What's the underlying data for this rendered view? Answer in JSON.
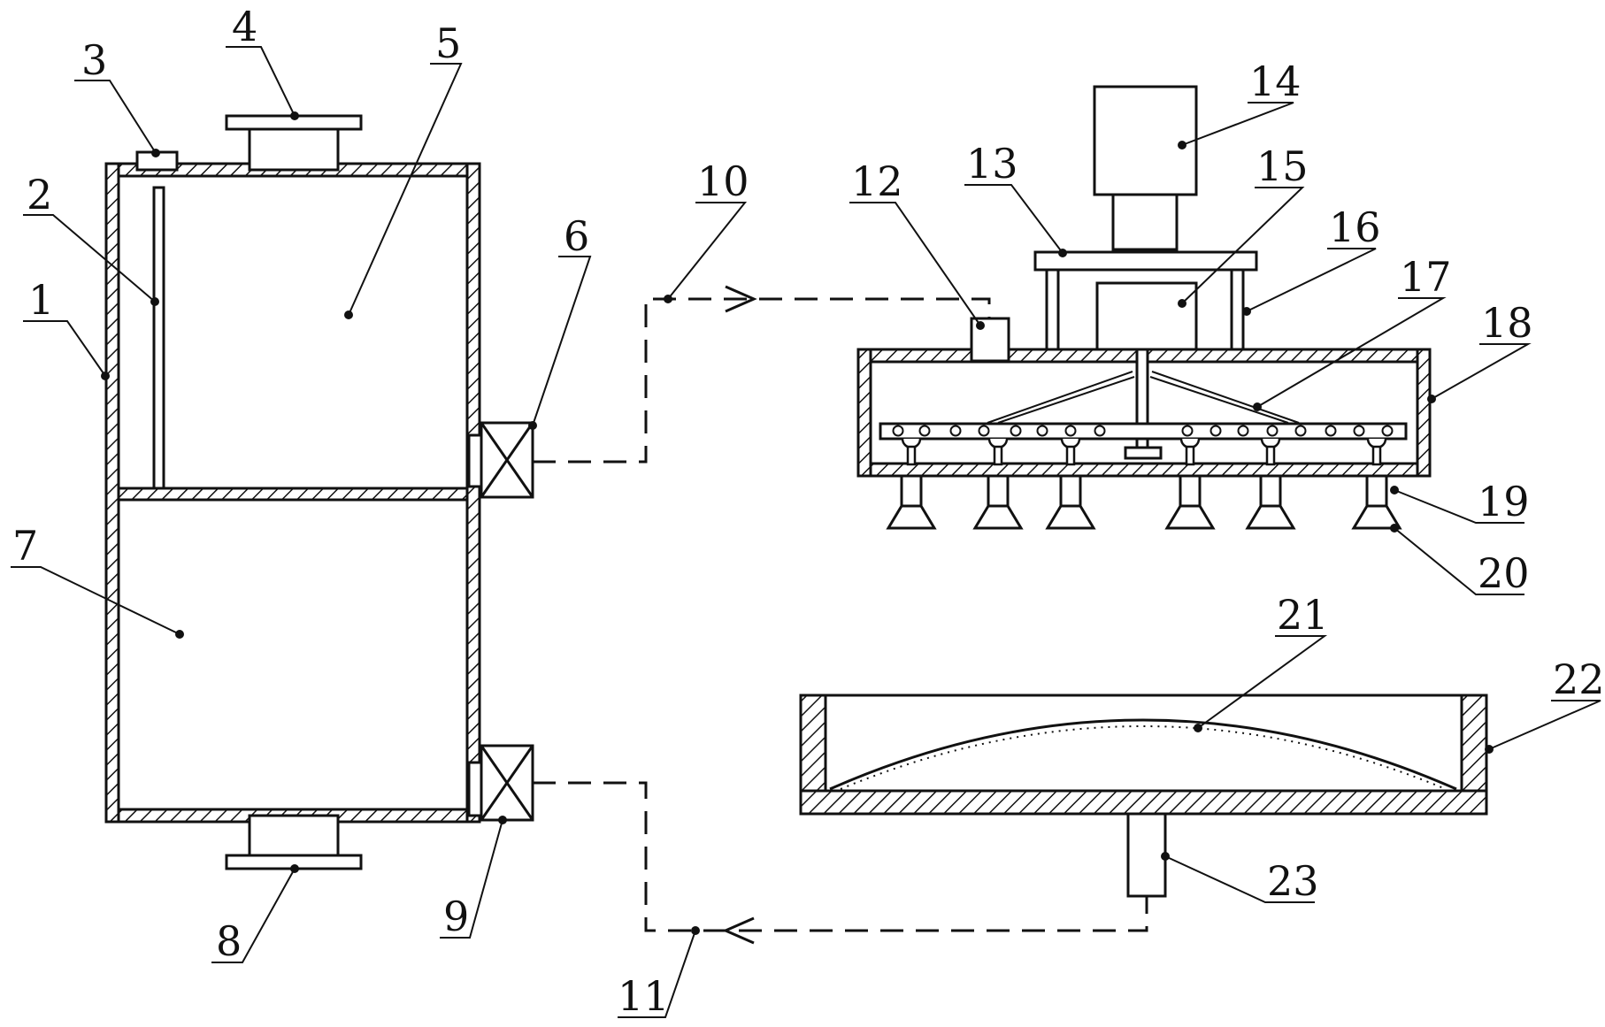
{
  "labels": {
    "l1": "1",
    "l2": "2",
    "l3": "3",
    "l4": "4",
    "l5": "5",
    "l6": "6",
    "l7": "7",
    "l8": "8",
    "l9": "9",
    "l10": "10",
    "l11": "11",
    "l12": "12",
    "l13": "13",
    "l14": "14",
    "l15": "15",
    "l16": "16",
    "l17": "17",
    "l18": "18",
    "l19": "19",
    "l20": "20",
    "l21": "21",
    "l22": "22",
    "l23": "23"
  }
}
